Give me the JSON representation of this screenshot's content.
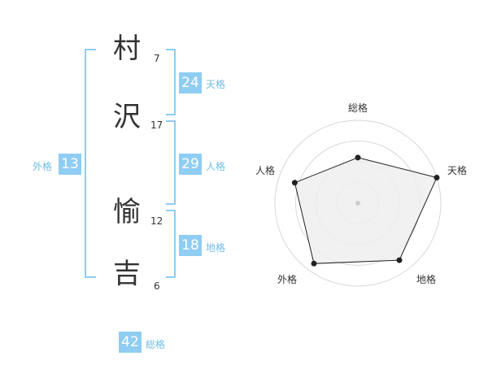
{
  "name": {
    "chars": [
      {
        "char": "村",
        "strokes": "7"
      },
      {
        "char": "沢",
        "strokes": "17"
      },
      {
        "char": "愉",
        "strokes": "12"
      },
      {
        "char": "吉",
        "strokes": "6"
      }
    ]
  },
  "kakusu": {
    "tenkaku": {
      "value": "24",
      "label": "天格"
    },
    "jinkaku": {
      "value": "29",
      "label": "人格"
    },
    "chikaku": {
      "value": "18",
      "label": "地格"
    },
    "gaikaku": {
      "value": "13",
      "label": "外格"
    },
    "soukaku": {
      "value": "42",
      "label": "総格"
    }
  },
  "chart_data": {
    "type": "radar",
    "axes": [
      "総格",
      "天格",
      "地格",
      "外格",
      "人格"
    ],
    "values": [
      0.55,
      1.0,
      0.85,
      0.9,
      0.8
    ],
    "range": [
      0,
      1
    ],
    "rings": 4,
    "colors": {
      "fill": "#eeeeee",
      "line": "#222222",
      "grid": "#d8d8d8",
      "center": "#cccccc"
    }
  }
}
